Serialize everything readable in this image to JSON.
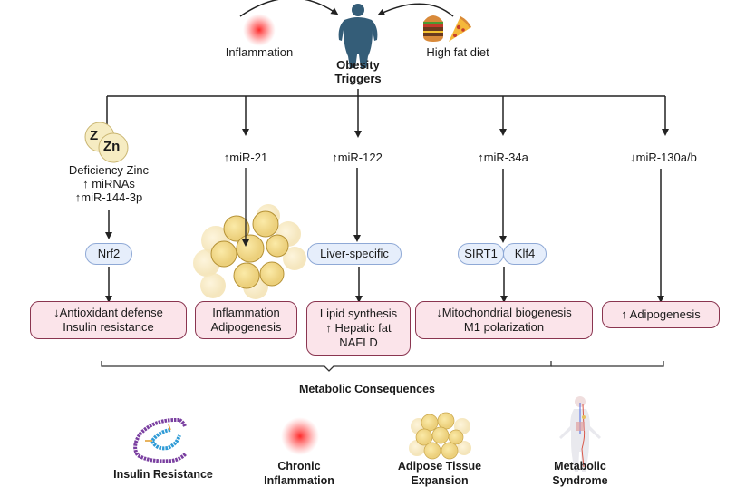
{
  "top": {
    "inflammation_label": "Inflammation",
    "high_fat_label": "High fat diet",
    "center_title_line1": "Obesity",
    "center_title_line2": "Triggers"
  },
  "branches": [
    {
      "id": "zinc",
      "icon_text_back": "Z",
      "icon_text_front": "Zn",
      "lines": [
        "Deficiency Zinc",
        "↑ miRNAs",
        "↑miR-144-3p"
      ],
      "mediator": "Nrf2",
      "outcome": [
        "↓Antioxidant defense",
        "Insulin resistance"
      ]
    },
    {
      "id": "mir21",
      "lines": [
        "↑miR-21"
      ],
      "outcome": [
        "Inflammation",
        "Adipogenesis"
      ]
    },
    {
      "id": "mir122",
      "lines": [
        "↑miR-122"
      ],
      "mediator": "Liver-specific",
      "outcome": [
        "Lipid synthesis",
        "↑ Hepatic fat",
        "NAFLD"
      ]
    },
    {
      "id": "mir34a",
      "lines": [
        "↑miR-34a"
      ],
      "mediators": [
        "SIRT1",
        "Klf4"
      ],
      "outcome": [
        "↓Mitochondrial biogenesis",
        "M1 polarization"
      ]
    },
    {
      "id": "mir130",
      "lines": [
        "↓miR-130a/b"
      ],
      "outcome": [
        "↑ Adipogenesis"
      ]
    }
  ],
  "consequences": {
    "title": "Metabolic Consequences",
    "items": [
      {
        "icon": "insulin-protein-icon",
        "label": [
          "Insulin Resistance"
        ]
      },
      {
        "icon": "inflammation-glow-icon",
        "label": [
          "Chronic",
          "Inflammation"
        ]
      },
      {
        "icon": "adipose-cells-icon",
        "label": [
          "Adipose Tissue",
          "Expansion"
        ]
      },
      {
        "icon": "human-body-icon",
        "label": [
          "Metabolic",
          "Syndrome"
        ]
      }
    ]
  },
  "colors": {
    "outcome_fill": "#fbe4ea",
    "outcome_border": "#8a3550",
    "mediator_fill": "#e6eefb",
    "mediator_border": "#8fa9d6",
    "person": "#345d78",
    "inflammation": "#ff3b3b",
    "adipocyte": "#f3dc95"
  }
}
